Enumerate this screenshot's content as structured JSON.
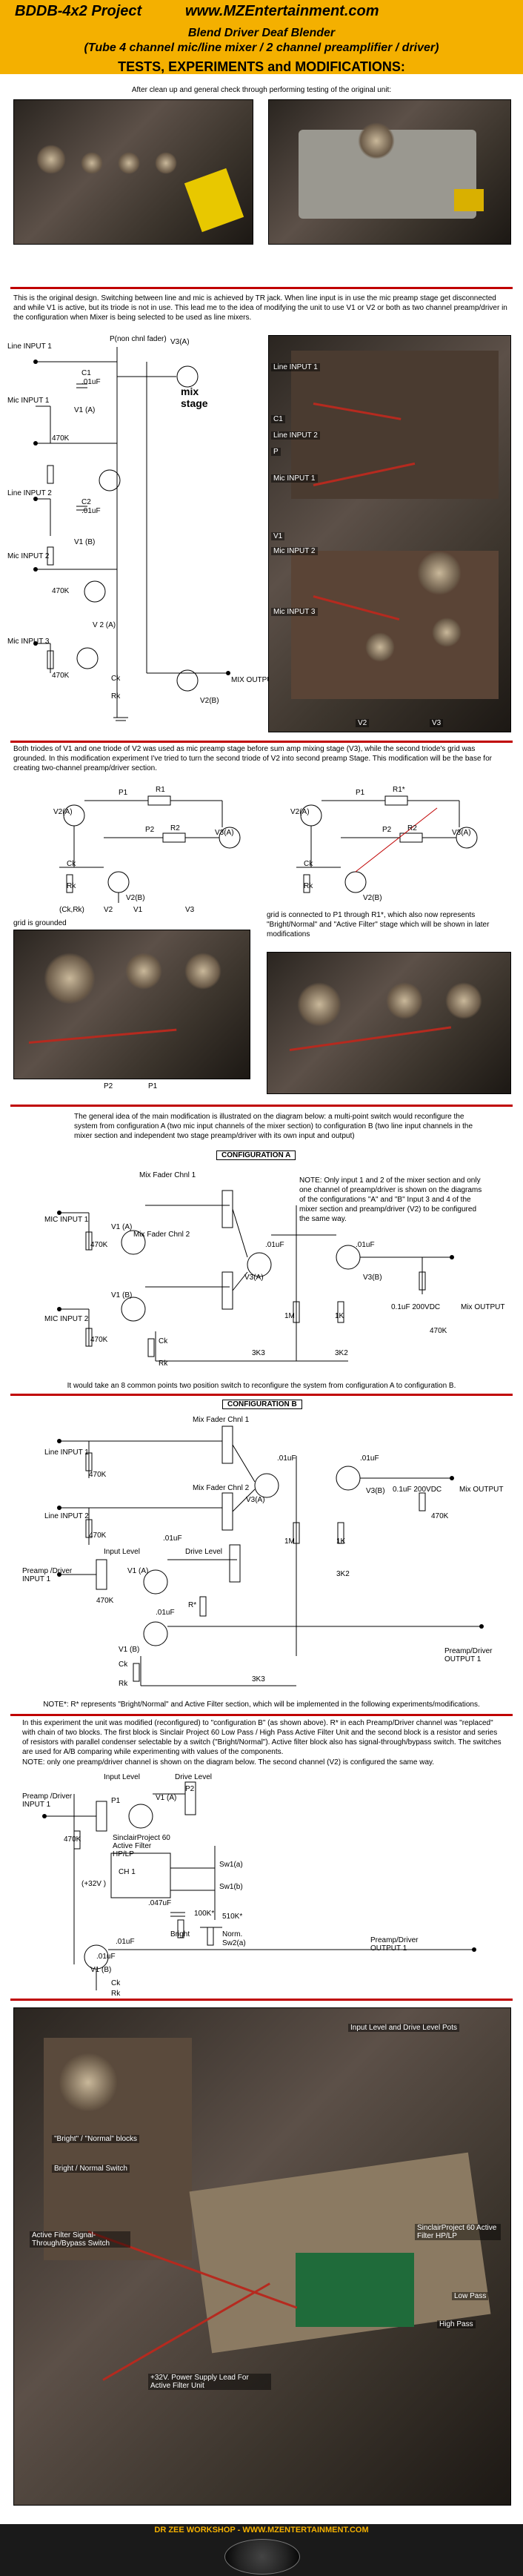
{
  "header": {
    "project": "BDDB-4x2 Project",
    "site": "www.MZEntertainment.com",
    "subtitle1": "Blend Driver Deaf Blender",
    "subtitle2": "(Tube 4 channel mic/line mixer / 2 channel preamplifier / driver)",
    "section_title": "TESTS, EXPERIMENTS and MODIFICATIONS:"
  },
  "intro": "After clean up and general check through performing testing of the original unit:",
  "para1": "This is the original design. Switching between line and mic is achieved by TR jack. When line input is in use the mic preamp stage get disconnected and while V1 is active, but its triode is not in use. This lead me to the idea of modifying the unit to use V1 or V2 or both as two channel preamp/driver in the configuration when Mixer is being selected to be used as line mixers.",
  "orig": {
    "line_in_1": "Line INPUT 1",
    "mic_in_1": "Mic INPUT 1",
    "line_in_2": "Line INPUT 2",
    "mic_in_2": "Mic INPUT 2",
    "mic_in_3": "Mic INPUT 3",
    "p_note": "P(non chnl fader)",
    "v3a": "V3(A)",
    "c1": "C1",
    "c1_val": ".01uF",
    "v1a": "V1 (A)",
    "r470a": "470K",
    "c2": "C2",
    "c2_val": ".01uF",
    "v1b": "V1 (B)",
    "r470b": "470K",
    "v2a": "V 2 (A)",
    "r470c": "470K",
    "ck": "Ck",
    "rk": "Rk",
    "v2b": "V2(B)",
    "mix_stage": "mix stage",
    "mix_output": "MIX OUTPUT",
    "photo_labels": [
      "Line INPUT 1",
      "C1",
      "Line INPUT 2",
      "P",
      "Mic INPUT 1",
      "V1",
      "Mic INPUT 2",
      "Mic INPUT 3",
      "V2",
      "V3"
    ]
  },
  "para2": "Both triodes of V1 and one triode of V2 was used as mic preamp stage before sum amp mixing stage (V3), while the second triode's grid was grounded. In this modification experiment I've tried to turn the second triode of V2 into second preamp Stage. This modification will be the base for creating two-channel preamp/driver section.",
  "mod1": {
    "v2a": "V2(A)",
    "p1": "P1",
    "r1": "R1",
    "p2": "P2",
    "r2": "R2",
    "v3a": "V3(A)",
    "ck": "Ck",
    "rk": "Rk",
    "v2b": "V2(B)",
    "v2a_b": "V2(A)",
    "p1_b": "P1",
    "r1_b": "R1*",
    "p2_b": "P2",
    "r2_b": "R2",
    "v3a_b": "V3(A)",
    "ck_b": "Ck",
    "rk_b": "Rk",
    "v2b_b": "V2(B)",
    "grid_note": "grid is connected to P1 through R1*, which also now represents \"Bright/Normal\" and \"Active Filter\" stage which will be shown in later modifications",
    "photo_a_labels": [
      "(Ck,Rk)",
      "V2",
      "V1",
      "V3",
      "grid is grounded",
      "P2",
      "P1"
    ]
  },
  "para3": "The general idea of the main modification is illustrated on the diagram below: a multi-point switch would reconfigure the system from configuration A (two mic input channels of the mixer section) to configuration B (two line input channels in the mixer section and independent two stage preamp/driver with its own input and output)",
  "confA": {
    "title": "CONFIGURATION A",
    "note": "NOTE: Only input 1 and 2 of the mixer section and only one channel of preamp/driver is shown on the diagrams of the configurations \"A\" and \"B\" Input 3 and 4 of the mixer section and preamp/driver (V2) to be configured the same way.",
    "mic1": "MIC INPUT 1",
    "mic2": "MIC INPUT 2",
    "v1a": "V1 (A)",
    "v1b": "V1 (B)",
    "r1": "470K",
    "r2": "470K",
    "fader1": "Mix Fader Chnl 1",
    "fader2": "Mix Fader Chnl 2",
    "v3a": "V3(A)",
    "v3b": "V3(B)",
    "c01": ".01uF",
    "c01b": ".01uF",
    "r1m": "1M",
    "r1k": "1K",
    "r3k3": "3K3",
    "r3k2": "3K2",
    "cap200": "0.1uF 200VDC",
    "r470out": "470K",
    "mix_out": "Mix OUTPUT",
    "ck": "Ck",
    "rk": "Rk"
  },
  "switch_note": "It would take an 8 common points two position switch to reconfigure the system from configuration A to configuration B.",
  "confB": {
    "title": "CONFIGURATION B",
    "line1": "Line INPUT 1",
    "line2": "Line INPUT 2",
    "r1": "470K",
    "r2": "470K",
    "fader1": "Mix Fader Chnl 1",
    "fader2": "Mix Fader Chnl 2",
    "v3a": "V3(A)",
    "v3b": "V3(B)",
    "c01": ".01uF",
    "c01b": ".01uF",
    "r1m": "1M",
    "r1k": "1K",
    "r3k2": "3K2",
    "r3k3": "3K3",
    "cap200": "0.1uF 200VDC",
    "r470out": "470K",
    "mix_out": "Mix OUTPUT",
    "preamp_in": "Preamp /Driver INPUT 1",
    "input_level": "Input Level",
    "drive_level": "Drive Level",
    "v1a": "V1 (A)",
    "v1b": "V1 (B)",
    "r470c": "470K",
    "rstar": "R*",
    "c01c": ".01uF",
    "c01d": ".01uF",
    "ck": "Ck",
    "rk": "Rk",
    "preamp_out": "Preamp/Driver OUTPUT 1"
  },
  "rnote": "NOTE*: R* represents \"Bright/Normal\" and Active Filter section, which will be implemented in the following experiments/modifications.",
  "para4": "In this experiment the unit was modified (reconfigured) to \"configuration B\" (as shown above). R* in each Preamp/Driver channel was \"replaced\" with chain of two blocks. The first block is Sinclair Project 60 Low Pass / High Pass Active Filter Unit and the second block is a resistor and series of resistors with parallel condenser selectable by a switch (\"Bright/Normal\"). Active filter block also has signal-through/bypass switch. The switches are used for A/B comparing while experimenting with values of the components.",
  "para5": "NOTE: only one preamp/driver channel is shown on the diagram below. The second channel (V2) is configured the same way.",
  "exp": {
    "preamp_in": "Preamp /Driver INPUT 1",
    "input_level": "Input Level",
    "drive_level": "Drive Level",
    "p1": "P1",
    "p2": "P2",
    "v1a": "V1 (A)",
    "r470": "470K",
    "sinclair": "SinclairProject 60 Active Filter HP/LP",
    "ch1": "CH 1",
    "supply": "(+32V )",
    "sw1a": "Sw1(a)",
    "sw1b": "Sw1(b)",
    "bright": "Bright",
    "norm": "Norm.",
    "sw2a": "Sw2(a)",
    "c047": ".047uF",
    "r100k": "100K*",
    "r510k": "510K*",
    "c01": ".01uF",
    "c01b": ".01uF",
    "v1b": "V1 (B)",
    "preamp_out": "Preamp/Driver OUTPUT 1",
    "ck": "Ck",
    "rk": "Rk"
  },
  "photo_final_labels": {
    "pots": "Input Level and Drive Level Pots",
    "blocks": "\"Bright\" / \"Normal\" blocks",
    "bright_sw": "Bright / Normal Switch",
    "filter_sw": "Active Filter Signal-Through/Bypass Switch",
    "sinclair": "SinclairProject 60 Active Filter HP/LP",
    "lowpass": "Low Pass",
    "highpass": "High Pass",
    "supply": "+32V. Power Supply Lead For Active Filter Unit"
  },
  "footer": "DR ZEE WORKSHOP - WWW.MZENTERTAINMENT.COM",
  "colors": {
    "header": "#f4b000",
    "rule": "#c00000",
    "footer": "#1a1a1a"
  }
}
